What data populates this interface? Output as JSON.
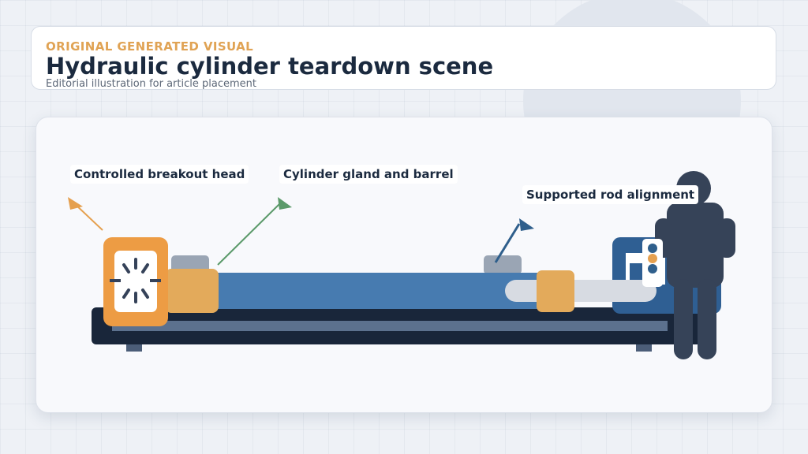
{
  "header": {
    "eyebrow": "ORIGINAL GENERATED VISUAL",
    "title": "Hydraulic cylinder teardown scene",
    "subtitle": "Editorial illustration for article placement"
  },
  "callouts": [
    {
      "label": "Controlled breakout head",
      "color": "#e5a04f"
    },
    {
      "label": "Cylinder gland and barrel",
      "color": "#5b9a6a"
    },
    {
      "label": "Supported rod alignment",
      "color": "#2f5f8c"
    }
  ],
  "palette": {
    "barrel": "#477bb0",
    "bench_frame": "#19263a",
    "bench_rail": "#5c718e",
    "breakout_head": "#ed9c44",
    "collar": "#e3aa5b",
    "rod": "#d7dbe2",
    "worker": "#364358",
    "tailstock": "#2f5f93"
  }
}
